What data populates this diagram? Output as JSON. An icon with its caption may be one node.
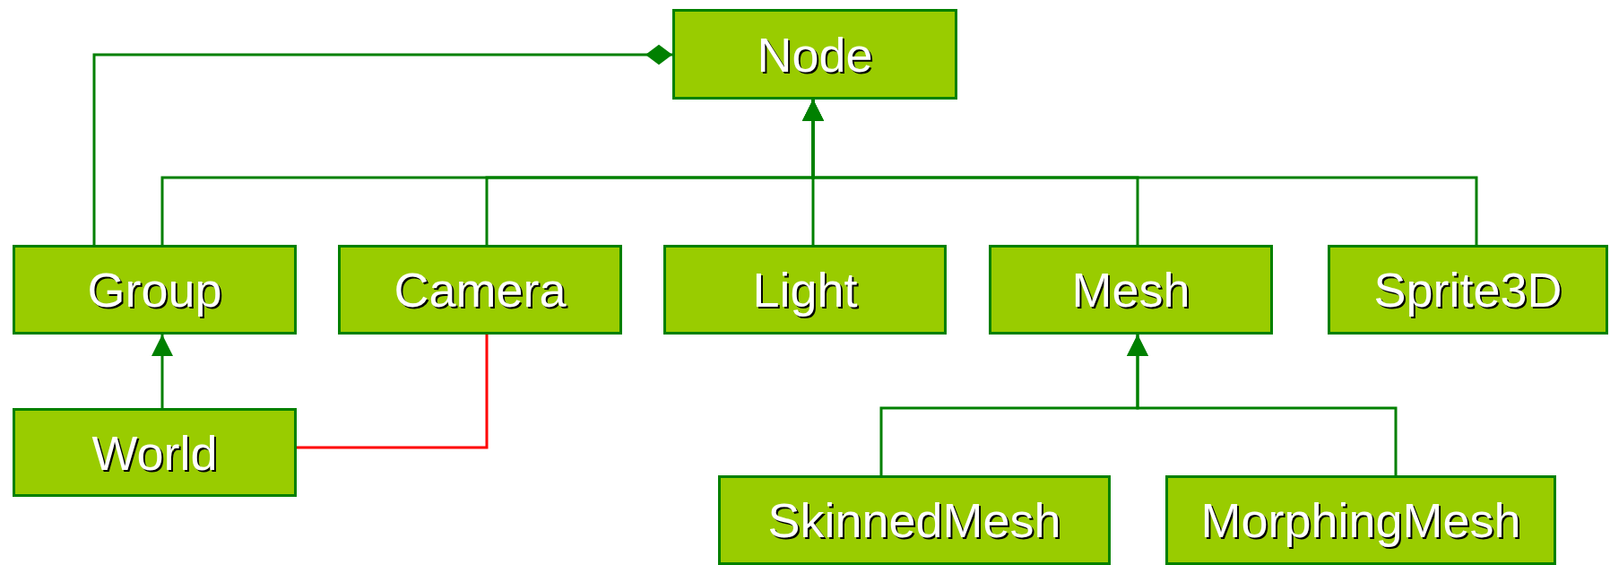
{
  "diagram": {
    "nodes": [
      {
        "text": [
          "Node"
        ]
      },
      {
        "text": [
          "Group"
        ]
      },
      {
        "text": [
          "Camera"
        ]
      },
      {
        "text": [
          "Light"
        ]
      },
      {
        "text": [
          "Mesh"
        ]
      },
      {
        "text": [
          "Sprite3D"
        ]
      },
      {
        "text": [
          "World"
        ]
      },
      {
        "text": [
          "SkinnedMesh"
        ]
      },
      {
        "text": [
          "MorphingMesh"
        ]
      }
    ],
    "edges": [
      {
        "from": 1,
        "to": 0,
        "arrow": "other"
      },
      {
        "from": 1,
        "to": 0,
        "arrow": "to"
      },
      {
        "from": 2,
        "to": 0,
        "arrow": "to"
      },
      {
        "from": 3,
        "to": 0,
        "arrow": "to"
      },
      {
        "from": 4,
        "to": 0,
        "arrow": "to"
      },
      {
        "from": 5,
        "to": 0,
        "arrow": "to"
      },
      {
        "from": 6,
        "to": 1,
        "arrow": "to"
      },
      {
        "from": 6,
        "to": 2,
        "arrow": "none",
        "color": "#ff0000"
      },
      {
        "from": 7,
        "to": 4,
        "arrow": "to"
      },
      {
        "from": 8,
        "to": 4,
        "arrow": "to"
      }
    ]
  }
}
